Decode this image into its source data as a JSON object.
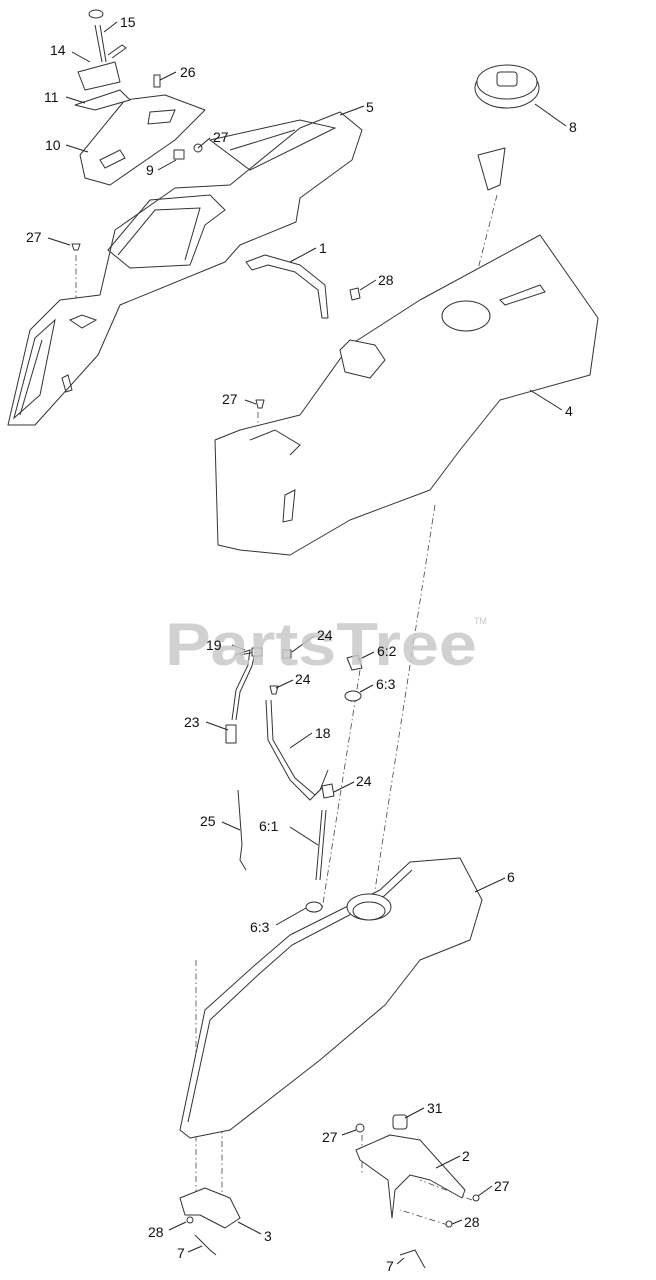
{
  "watermark": {
    "text": "PartsTree",
    "trademark": "TM"
  },
  "callouts": [
    {
      "id": "c15a",
      "label": "15"
    },
    {
      "id": "c14",
      "label": "14"
    },
    {
      "id": "c26",
      "label": "26"
    },
    {
      "id": "c11",
      "label": "11"
    },
    {
      "id": "c5",
      "label": "5"
    },
    {
      "id": "c8",
      "label": "8"
    },
    {
      "id": "c27a",
      "label": "27"
    },
    {
      "id": "c10",
      "label": "10"
    },
    {
      "id": "c9",
      "label": "9"
    },
    {
      "id": "c27b",
      "label": "27"
    },
    {
      "id": "c1",
      "label": "1"
    },
    {
      "id": "c28a",
      "label": "28"
    },
    {
      "id": "c27c",
      "label": "27"
    },
    {
      "id": "c4",
      "label": "4"
    },
    {
      "id": "c19",
      "label": "19"
    },
    {
      "id": "c24a",
      "label": "24"
    },
    {
      "id": "c62",
      "label": "6:2"
    },
    {
      "id": "c24b",
      "label": "24"
    },
    {
      "id": "c63a",
      "label": "6:3"
    },
    {
      "id": "c23",
      "label": "23"
    },
    {
      "id": "c18",
      "label": "18"
    },
    {
      "id": "c24c",
      "label": "24"
    },
    {
      "id": "c25",
      "label": "25"
    },
    {
      "id": "c61",
      "label": "6:1"
    },
    {
      "id": "c6",
      "label": "6"
    },
    {
      "id": "c63b",
      "label": "6:3"
    },
    {
      "id": "c31",
      "label": "31"
    },
    {
      "id": "c27d",
      "label": "27"
    },
    {
      "id": "c2",
      "label": "2"
    },
    {
      "id": "c27e",
      "label": "27"
    },
    {
      "id": "c28b",
      "label": "28"
    },
    {
      "id": "c28c",
      "label": "28"
    },
    {
      "id": "c3",
      "label": "3"
    },
    {
      "id": "c7a",
      "label": "7"
    },
    {
      "id": "c7b",
      "label": "7"
    }
  ]
}
